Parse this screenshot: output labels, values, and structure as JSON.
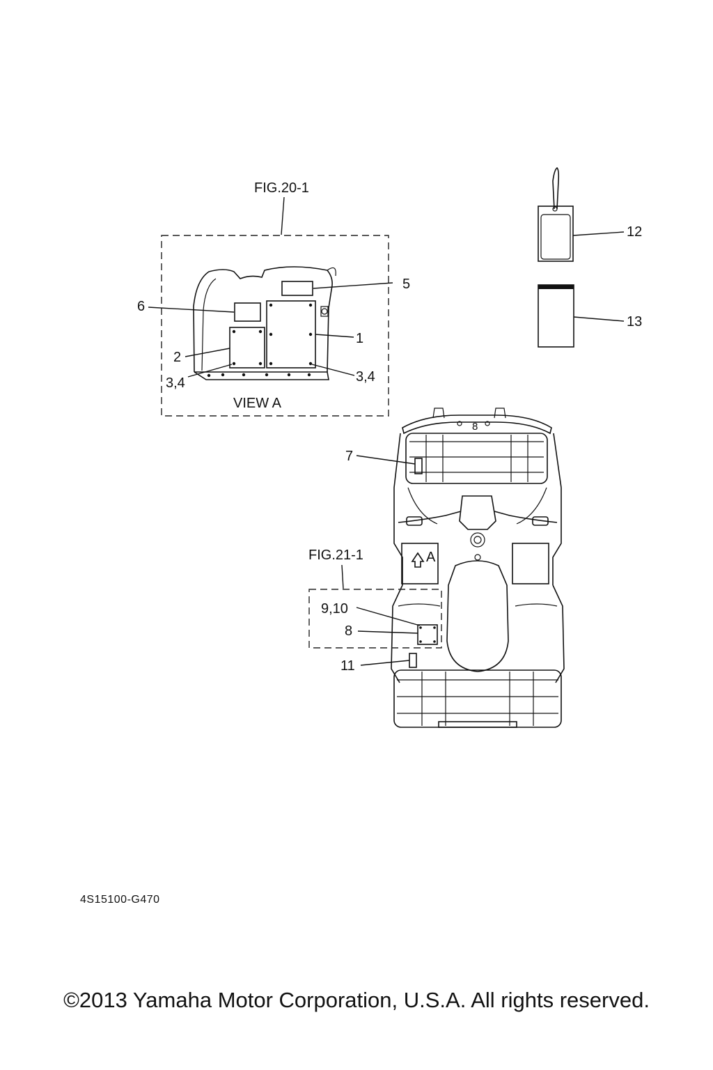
{
  "fig_refs": {
    "view_a_fig": "FIG.20-1",
    "area_fig": "FIG.21-1"
  },
  "view_label": "VIEW A",
  "view_arrow_label": "A",
  "callouts": {
    "c1": "1",
    "c2": "2",
    "c34_left": "3,4",
    "c34_right": "3,4",
    "c5": "5",
    "c6": "6",
    "c7": "7",
    "c8": "8",
    "c910": "9,10",
    "c11": "11",
    "c12": "12",
    "c13": "13"
  },
  "part_code": "4S15100-G470",
  "copyright": "©2013 Yamaha Motor Corporation, U.S.A. All rights reserved."
}
